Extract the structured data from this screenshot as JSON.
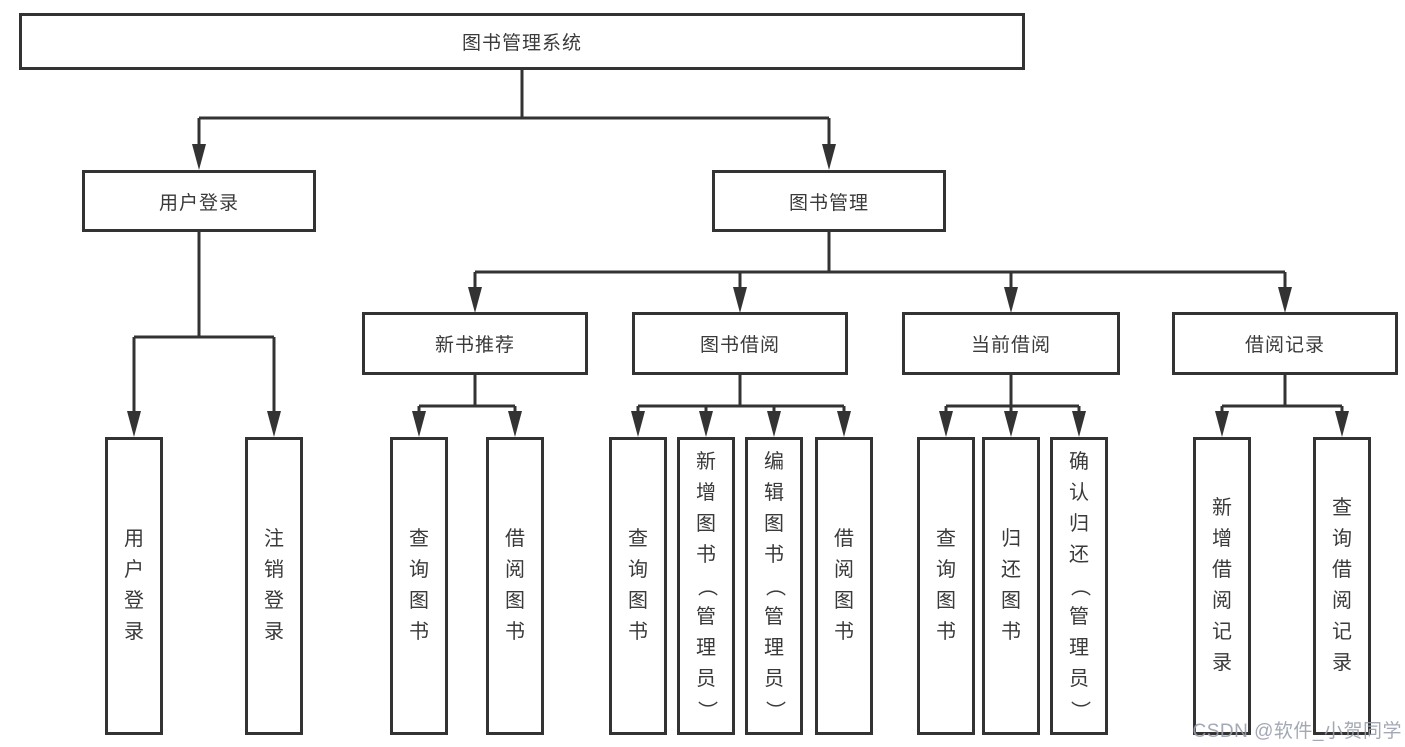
{
  "tree": {
    "label": "图书管理系统",
    "children": [
      {
        "label": "用户登录",
        "children": [
          {
            "label": "用户登录"
          },
          {
            "label": "注销登录"
          }
        ]
      },
      {
        "label": "图书管理",
        "children": [
          {
            "label": "新书推荐",
            "children": [
              {
                "label": "查询图书"
              },
              {
                "label": "借阅图书"
              }
            ]
          },
          {
            "label": "图书借阅",
            "children": [
              {
                "label": "查询图书"
              },
              {
                "label": "新增图书（管理员）"
              },
              {
                "label": "编辑图书（管理员）"
              },
              {
                "label": "借阅图书"
              }
            ]
          },
          {
            "label": "当前借阅",
            "children": [
              {
                "label": "查询图书"
              },
              {
                "label": "归还图书"
              },
              {
                "label": "确认归还（管理员）"
              }
            ]
          },
          {
            "label": "借阅记录",
            "children": [
              {
                "label": "新增借阅记录"
              },
              {
                "label": "查询借阅记录"
              }
            ]
          }
        ]
      }
    ]
  },
  "watermark": "CSDN @软件_小贺同学",
  "colors": {
    "line": "#333333",
    "text": "#3a3a3a",
    "watermark": "#9aa0ac",
    "background": "#ffffff"
  }
}
